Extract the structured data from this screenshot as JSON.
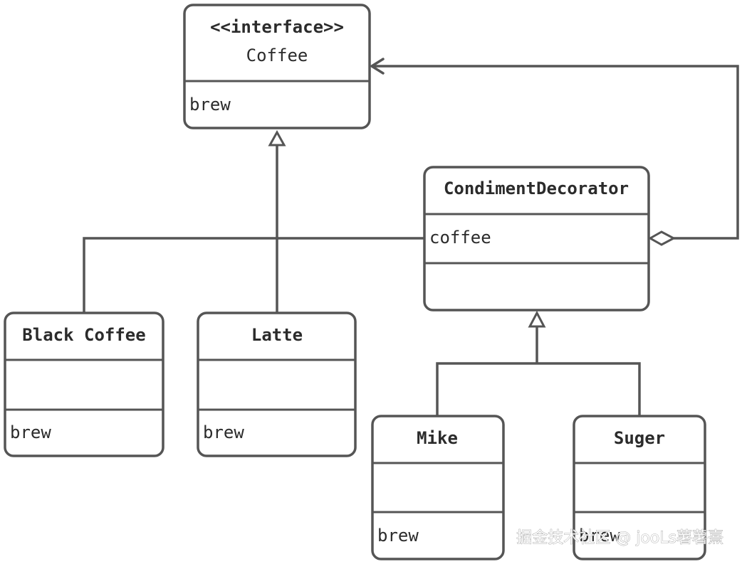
{
  "diagram": {
    "type": "uml-class-diagram",
    "classes": [
      {
        "id": "coffee",
        "stereotype": "<<interface>>",
        "name": "Coffee",
        "attributes": [],
        "methods": [
          "brew"
        ]
      },
      {
        "id": "condiment-decorator",
        "stereotype": "",
        "name": "CondimentDecorator",
        "attributes": [
          "coffee"
        ],
        "methods": []
      },
      {
        "id": "black-coffee",
        "stereotype": "",
        "name": "Black Coffee",
        "attributes": [],
        "methods": [
          "brew"
        ]
      },
      {
        "id": "latte",
        "stereotype": "",
        "name": "Latte",
        "attributes": [],
        "methods": [
          "brew"
        ]
      },
      {
        "id": "mike",
        "stereotype": "",
        "name": "Mike",
        "attributes": [],
        "methods": [
          "brew"
        ]
      },
      {
        "id": "suger",
        "stereotype": "",
        "name": "Suger",
        "attributes": [],
        "methods": [
          "brew"
        ]
      }
    ],
    "relationships": [
      {
        "from": "black-coffee",
        "to": "coffee",
        "kind": "realization"
      },
      {
        "from": "latte",
        "to": "coffee",
        "kind": "realization"
      },
      {
        "from": "condiment-decorator",
        "to": "coffee",
        "kind": "realization"
      },
      {
        "from": "condiment-decorator",
        "to": "coffee",
        "kind": "aggregation"
      },
      {
        "from": "mike",
        "to": "condiment-decorator",
        "kind": "inheritance"
      },
      {
        "from": "suger",
        "to": "condiment-decorator",
        "kind": "inheritance"
      }
    ],
    "colors": {
      "stroke": "#555555",
      "text": "#2b2b2b",
      "fill": "#ffffff"
    }
  },
  "watermark": {
    "text": "掘金技术社区 @ jooLs薯薯熹"
  }
}
